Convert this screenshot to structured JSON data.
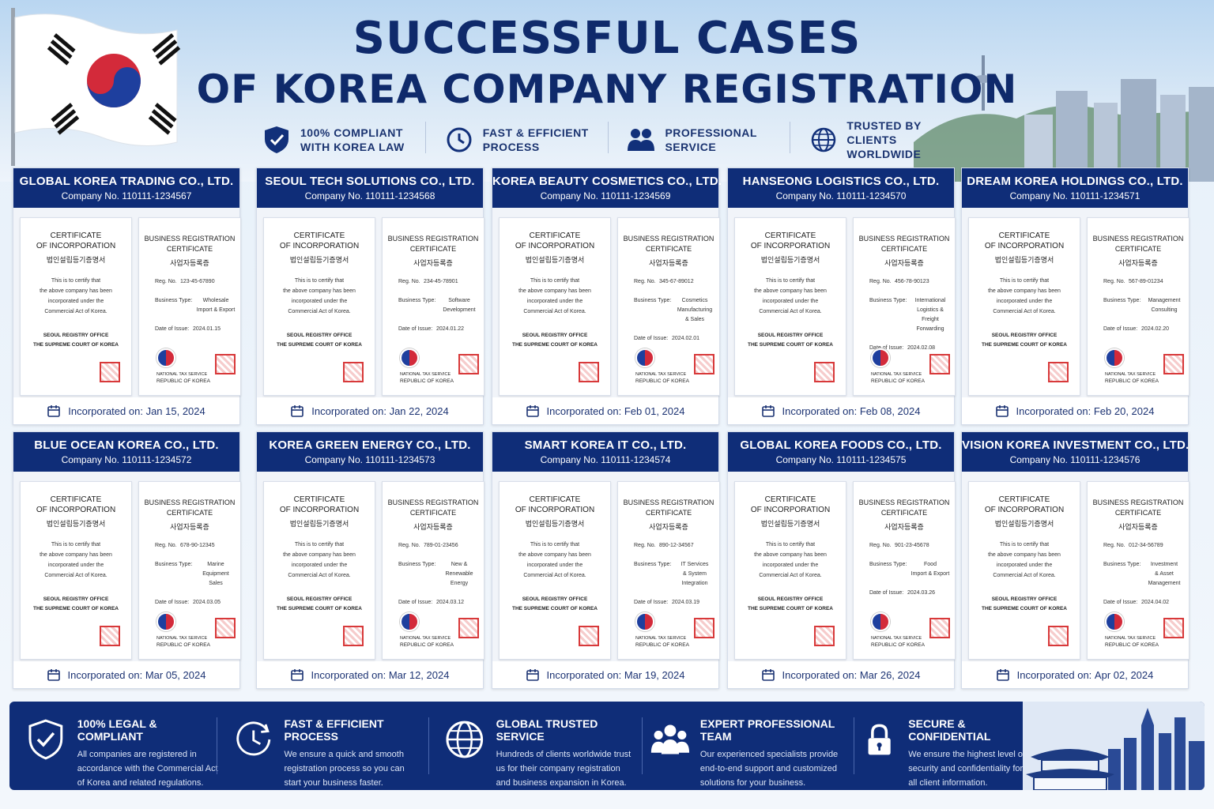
{
  "header": {
    "title_line1": "SUCCESSFUL CASES",
    "title_line2": "OF KOREA COMPANY REGISTRATION"
  },
  "features": [
    {
      "icon": "shield-check-icon",
      "line1": "100% COMPLIANT",
      "line2": "WITH KOREA LAW"
    },
    {
      "icon": "clock-icon",
      "line1": "FAST & EFFICIENT",
      "line2": "PROCESS"
    },
    {
      "icon": "people-icon",
      "line1": "PROFESSIONAL",
      "line2": "SERVICE"
    },
    {
      "icon": "globe-icon",
      "line1": "TRUSTED BY CLIENTS",
      "line2": "WORLDWIDE"
    }
  ],
  "doc_text": {
    "cert_line1": "CERTIFICATE",
    "cert_line2": "OF INCORPORATION",
    "cert_korean": "법인설립등기증명서",
    "cert_body1": "This is to certify that",
    "cert_body2": "the above company has been",
    "cert_body3": "incorporated under the",
    "cert_body4": "Commercial Act of Korea.",
    "office1": "SEOUL REGISTRY OFFICE",
    "office2": "THE SUPREME COURT OF KOREA",
    "brc_line1": "BUSINESS REGISTRATION",
    "brc_line2": "CERTIFICATE",
    "brc_korean": "사업자등록증",
    "reg_label": "Reg. No.",
    "type_label": "Business Type:",
    "date_label": "Date of Issue:",
    "nts1": "NATIONAL TAX SERVICE",
    "nts2": "REPUBLIC OF KOREA",
    "inc_prefix": "Incorporated on:"
  },
  "cases": [
    {
      "name": "GLOBAL KOREA TRADING CO., LTD.",
      "company_no": "Company No. 110111-1234567",
      "reg": "123-45-67890",
      "type1": "Wholesale",
      "type2": "Import & Export",
      "issue": "2024.01.15",
      "incorporated": "Jan 15, 2024"
    },
    {
      "name": "SEOUL TECH SOLUTIONS CO., LTD.",
      "company_no": "Company No. 110111-1234568",
      "reg": "234-45-78901",
      "type1": "Software",
      "type2": "Development",
      "issue": "2024.01.22",
      "incorporated": "Jan 22, 2024"
    },
    {
      "name": "KOREA BEAUTY COSMETICS CO., LTD.",
      "company_no": "Company No. 110111-1234569",
      "reg": "345-67-89012",
      "type1": "Cosmetics",
      "type2": "Manufacturing & Sales",
      "issue": "2024.02.01",
      "incorporated": "Feb 01, 2024"
    },
    {
      "name": "HANSEONG LOGISTICS CO., LTD.",
      "company_no": "Company No. 110111-1234570",
      "reg": "456-78-90123",
      "type1": "International",
      "type2": "Logistics & Freight Forwarding",
      "issue": "2024.02.08",
      "incorporated": "Feb 08, 2024"
    },
    {
      "name": "DREAM KOREA HOLDINGS CO., LTD.",
      "company_no": "Company No. 110111-1234571",
      "reg": "567-89-01234",
      "type1": "Management",
      "type2": "Consulting",
      "issue": "2024.02.20",
      "incorporated": "Feb 20, 2024"
    },
    {
      "name": "BLUE OCEAN KOREA CO., LTD.",
      "company_no": "Company No. 110111-1234572",
      "reg": "678-90-12345",
      "type1": "Marine",
      "type2": "Equipment Sales",
      "issue": "2024.03.05",
      "incorporated": "Mar 05, 2024"
    },
    {
      "name": "KOREA GREEN ENERGY CO., LTD.",
      "company_no": "Company No. 110111-1234573",
      "reg": "789-01-23456",
      "type1": "New &",
      "type2": "Renewable Energy",
      "issue": "2024.03.12",
      "incorporated": "Mar 12, 2024"
    },
    {
      "name": "SMART KOREA IT CO., LTD.",
      "company_no": "Company No. 110111-1234574",
      "reg": "890-12-34567",
      "type1": "IT Services",
      "type2": "& System Integration",
      "issue": "2024.03.19",
      "incorporated": "Mar 19, 2024"
    },
    {
      "name": "GLOBAL KOREA FOODS CO., LTD.",
      "company_no": "Company No. 110111-1234575",
      "reg": "901-23-45678",
      "type1": "Food",
      "type2": "Import & Export",
      "issue": "2024.03.26",
      "incorporated": "Mar 26, 2024"
    },
    {
      "name": "VISION KOREA INVESTMENT CO., LTD.",
      "company_no": "Company No. 110111-1234576",
      "reg": "012-34-56789",
      "type1": "Investment",
      "type2": "& Asset Management",
      "issue": "2024.04.02",
      "incorporated": "Apr 02, 2024"
    }
  ],
  "footer": [
    {
      "icon": "shield-check-icon",
      "title": "100% LEGAL & COMPLIANT",
      "l1": "All companies are registered in",
      "l2": "accordance with the Commercial Act",
      "l3": "of Korea and related regulations."
    },
    {
      "icon": "clock-icon",
      "title": "FAST & EFFICIENT PROCESS",
      "l1": "We ensure a quick and smooth",
      "l2": "registration process so you can",
      "l3": "start your business faster."
    },
    {
      "icon": "globe-icon",
      "title": "GLOBAL TRUSTED SERVICE",
      "l1": "Hundreds of clients worldwide trust",
      "l2": "us for their company registration",
      "l3": "and business expansion in Korea."
    },
    {
      "icon": "team-icon",
      "title": "EXPERT PROFESSIONAL TEAM",
      "l1": "Our experienced specialists provide",
      "l2": "end-to-end support and customized",
      "l3": "solutions for your business."
    },
    {
      "icon": "lock-icon",
      "title": "SECURE & CONFIDENTIAL",
      "l1": "We ensure the highest level of",
      "l2": "security and confidentiality for",
      "l3": "all client information."
    }
  ],
  "colors": {
    "navy": "#0f2d78",
    "flag_red": "#d32a3a",
    "flag_blue": "#1e3f9e",
    "seal_red": "#d8393a"
  }
}
